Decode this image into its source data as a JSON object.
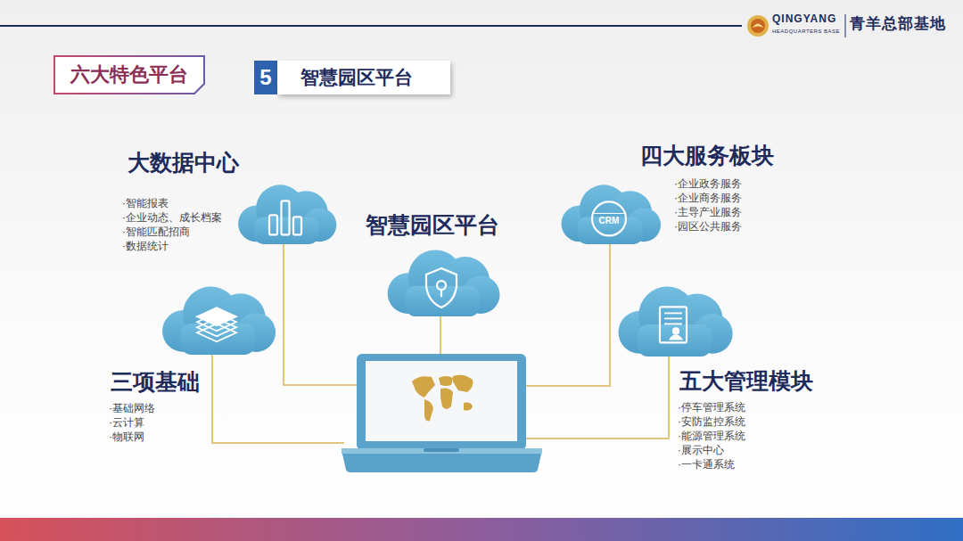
{
  "diagram": {
    "nodes": [
      {
        "text": [
          "六大特色平台"
        ]
      },
      {
        "text": [
          "5"
        ]
      },
      {
        "text": [
          "智慧园区平台"
        ]
      },
      {
        "text": [
          "大数据中心",
          "·智能报表",
          "·企业动态、成长档案",
          "·智能匹配招商",
          "·数据统计"
        ]
      },
      {
        "text": [
          "智慧园区平台"
        ]
      },
      {
        "text": [
          "四大服务板块",
          "·企业政务服务",
          "·企业商务服务",
          "·主导产业服务",
          "·园区公共服务",
          "CRM"
        ]
      },
      {
        "text": [
          "三项基础",
          "·基础网络",
          "·云计算",
          "·物联网"
        ]
      },
      {
        "text": [
          "五大管理模块",
          "·停车管理系统",
          "·安防监控系统",
          "·能源管理系统",
          "·展示中心",
          "·一卡通系统"
        ]
      }
    ],
    "labels": [
      "QINGYANG",
      "HEADQUARTERS BASE",
      "青羊总部基地"
    ]
  }
}
